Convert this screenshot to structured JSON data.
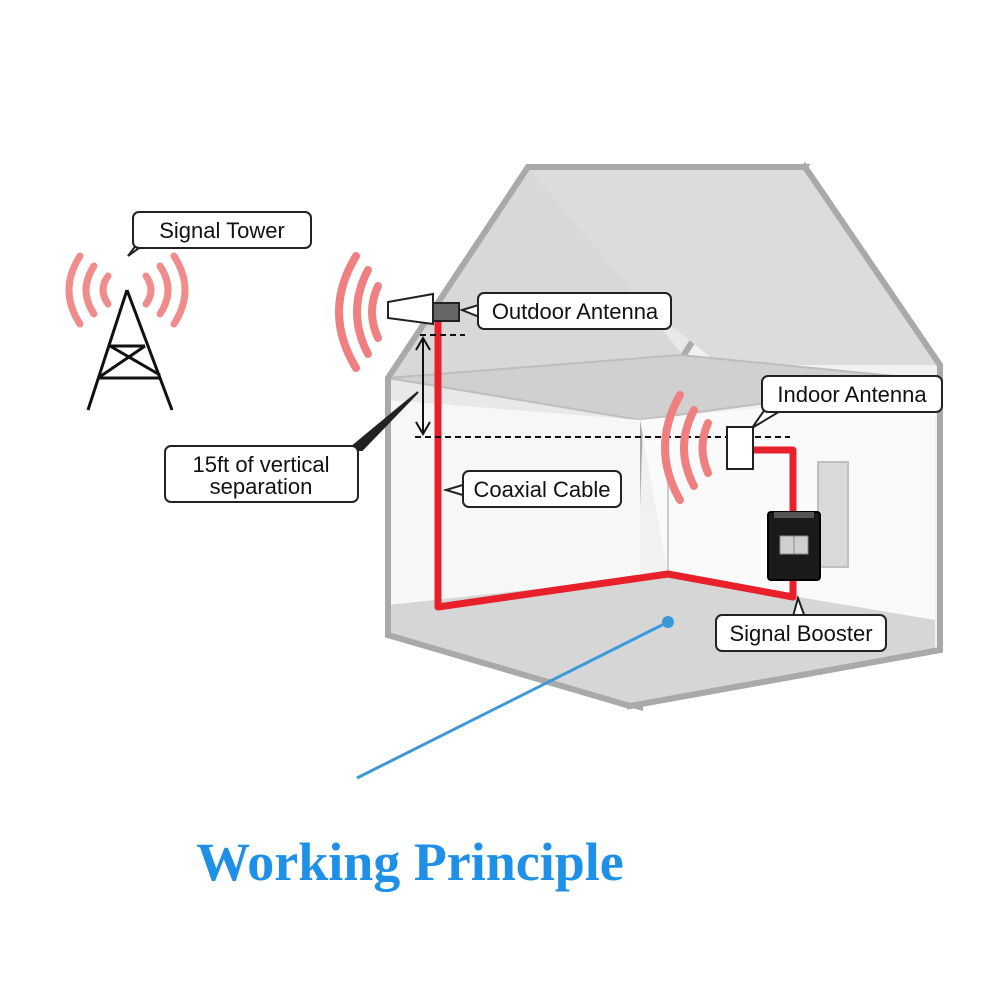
{
  "labels": {
    "signal_tower": "Signal Tower",
    "outdoor_antenna": "Outdoor Antenna",
    "indoor_antenna": "Indoor Antenna",
    "vertical_separation_line1": "15ft of vertical",
    "vertical_separation_line2": "separation",
    "coaxial_cable": "Coaxial Cable",
    "signal_booster": "Signal Booster"
  },
  "title": "Working Principle",
  "colors": {
    "cable": "#e8202a",
    "wave": "#f08080",
    "title": "#1e90e8",
    "pointer": "#3a9ad9",
    "house_outline": "#a9a9a9",
    "house_fill": "#ececec"
  },
  "icons": [
    "signal-tower-icon",
    "outdoor-antenna-icon",
    "indoor-antenna-icon",
    "signal-booster-icon",
    "house-illustration"
  ]
}
